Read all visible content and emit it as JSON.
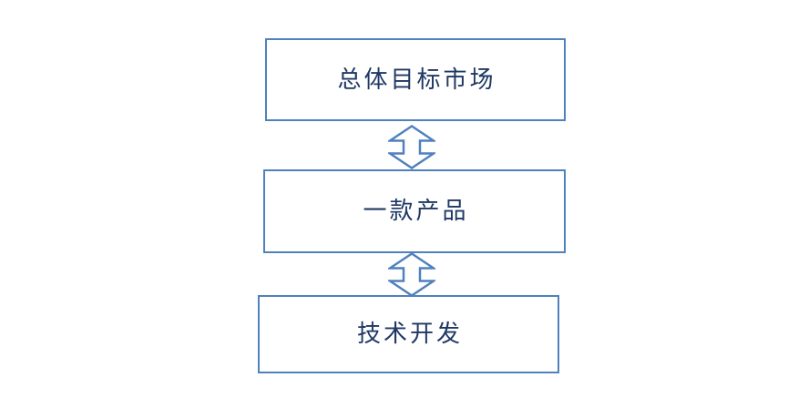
{
  "diagram": {
    "type": "vertical-flow",
    "background_color": "#ffffff",
    "box_border_color": "#4f81bd",
    "box_fill_color": "#ffffff",
    "text_color": "#1f3864",
    "arrow_color": "#4f81bd",
    "boxes": [
      {
        "id": "top",
        "label": "总体目标市场"
      },
      {
        "id": "middle",
        "label": "一款产品"
      },
      {
        "id": "bottom",
        "label": "技术开发"
      }
    ],
    "connectors": [
      {
        "id": "connector-1",
        "from": "top",
        "to": "middle",
        "style": "double-headed-vertical-arrow"
      },
      {
        "id": "connector-2",
        "from": "middle",
        "to": "bottom",
        "style": "double-headed-vertical-arrow"
      }
    ]
  }
}
